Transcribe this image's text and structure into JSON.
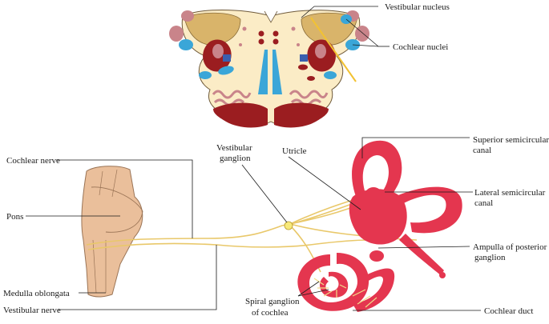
{
  "figure": {
    "labels": {
      "vestibular_nucleus": "Vestibular nucleus",
      "cochlear_nuclei": "Cochlear nuclei",
      "cochlear_nerve": "Cochlear nerve",
      "vestibular_ganglion_line1": "Vestibular",
      "vestibular_ganglion_line2": "ganglion",
      "utricle": "Utricle",
      "superior_canal_line1": "Superior semicircular",
      "superior_canal_line2": "canal",
      "lateral_canal_line1": "Lateral semicircular",
      "lateral_canal_line2": "canal",
      "pons": "Pons",
      "ampulla_line1": "Ampulla of posterior",
      "ampulla_line2": "ganglion",
      "medulla": "Medulla oblongata",
      "spiral_ganglion_line1": "Spiral ganglion",
      "spiral_ganglion_line2": "of cochlea",
      "vestibular_nerve": "Vestibular nerve",
      "cochlear_duct": "Cochlear duct"
    },
    "colors": {
      "brainstem_fill": "#fbecc6",
      "nucleus_tan": "#d9b46a",
      "dark_red": "#9b1d20",
      "pink_red": "#c9848a",
      "blue": "#3aa6d8",
      "labyrinth": "#e4364f",
      "pons_skin": "#eabf9b",
      "nerve": "#f2dc8a",
      "tract_yellow": "#f2c232"
    }
  }
}
